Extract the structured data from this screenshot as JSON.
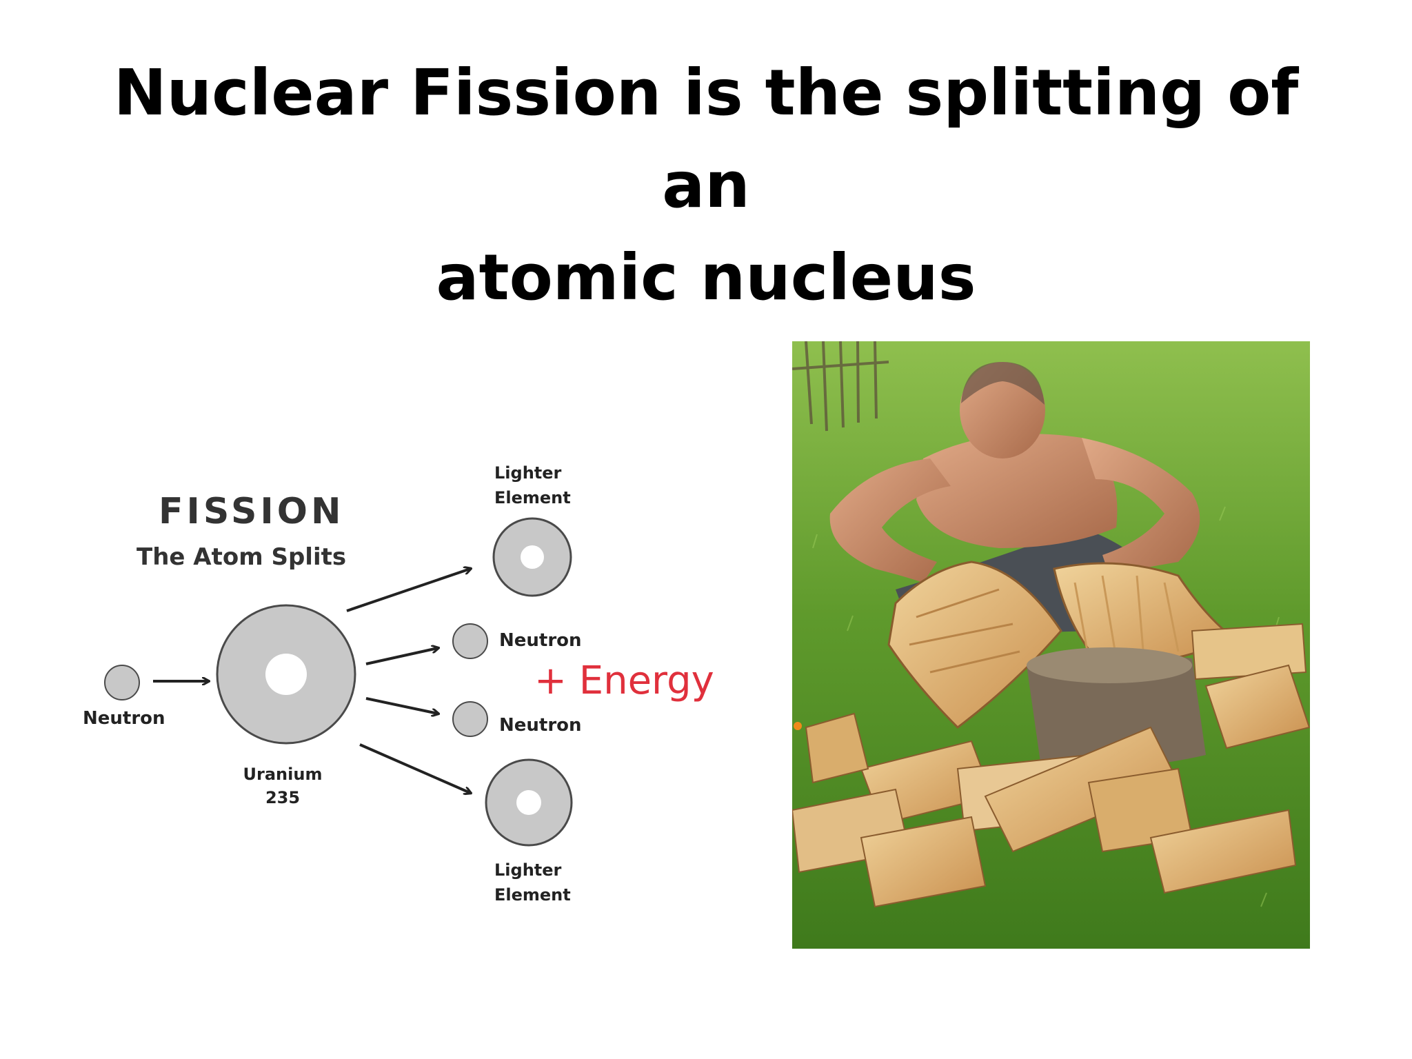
{
  "slide": {
    "title_line1": "Nuclear Fission is the splitting of an",
    "title_line2": "atomic nucleus"
  },
  "diagram": {
    "heading": "FISSION",
    "subheading": "The Atom Splits",
    "incoming_neutron": "Neutron",
    "nucleus_line1": "Uranium",
    "nucleus_line2": "235",
    "top_product_line1": "Lighter",
    "top_product_line2": "Element",
    "neutron_out_1": "Neutron",
    "neutron_out_2": "Neutron",
    "energy": "+ Energy",
    "bottom_product_line1": "Lighter",
    "bottom_product_line2": "Element",
    "colors": {
      "circle_fill": "#c8c8c8",
      "circle_stroke": "#4a4a4a",
      "arrow": "#222222",
      "energy": "#e0303c"
    }
  },
  "photo": {
    "subject": "man splitting firewood on grass",
    "colors": {
      "grass": "#5f9a2c",
      "wood": "#dcb276",
      "skin": "#c98f6a"
    }
  }
}
